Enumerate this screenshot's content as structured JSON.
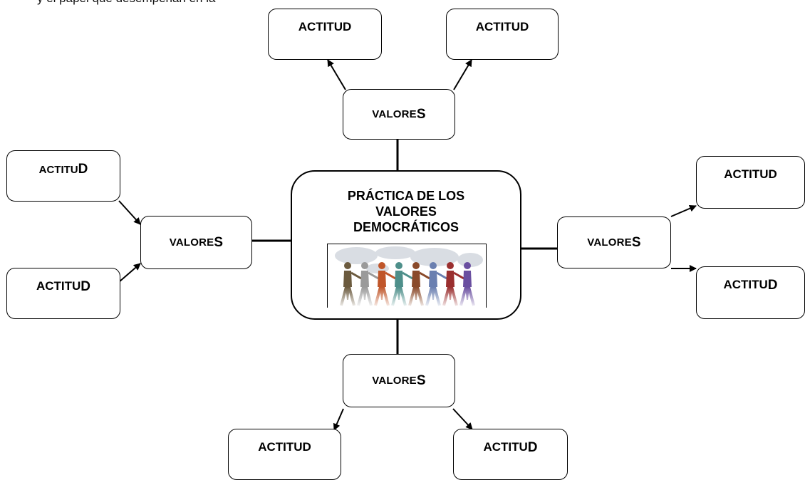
{
  "intro_text": "y el papel que desempeñan en la",
  "center": {
    "title_lines": [
      "PRÁCTICA DE LOS",
      "VALORES",
      "DEMOCRÁTICOS"
    ]
  },
  "valores": {
    "top": {
      "main": "VALORE",
      "tail": "S"
    },
    "left": {
      "main": "VALORE",
      "tail": "S"
    },
    "right": {
      "main": "VALORE",
      "tail": "S"
    },
    "bottom": {
      "main": "VALORE",
      "tail": "S"
    }
  },
  "actitud": {
    "top_left": {
      "main": "ACTITUD",
      "tail": ""
    },
    "top_right": {
      "main": "ACTITUD",
      "tail": ""
    },
    "left_top": {
      "main": "ACTITU",
      "tail": "D"
    },
    "left_bottom": {
      "main": "ACTITU",
      "tail": "D"
    },
    "right_top": {
      "main": "ACTITUD",
      "tail": ""
    },
    "right_bottom": {
      "main": "ACTITU",
      "tail": "D"
    },
    "bottom_left": {
      "main": "ACTITUD",
      "tail": ""
    },
    "bottom_right": {
      "main": "ACTITU",
      "tail": "D"
    }
  },
  "figure_colors": [
    "#6b5a3e",
    "#9a9a9a",
    "#c0562a",
    "#4e8f8a",
    "#8a4a2a",
    "#6a7fb0",
    "#9a2f2f",
    "#6a4fa0"
  ]
}
